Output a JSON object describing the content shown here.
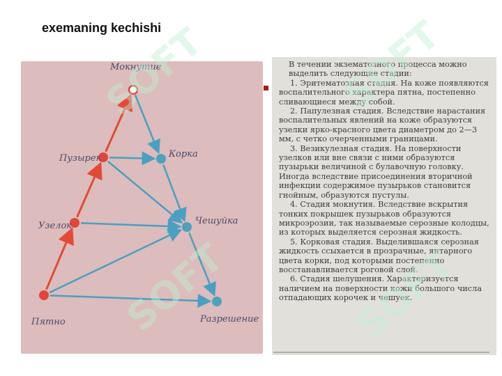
{
  "slide": {
    "title": "exemaning kechishi"
  },
  "diagram": {
    "nodes": [
      {
        "id": "moknutie",
        "label": "Мокнутие"
      },
      {
        "id": "puzyrek",
        "label": "Пузырек"
      },
      {
        "id": "korka",
        "label": "Корка"
      },
      {
        "id": "uzelok",
        "label": "Узелок"
      },
      {
        "id": "cheshuyka",
        "label": "Чешуйка"
      },
      {
        "id": "pyatno",
        "label": "Пятно"
      },
      {
        "id": "razreshenie",
        "label": "Разрешение"
      }
    ],
    "colors": {
      "red_node": "#e0473a",
      "blue_node": "#4ea1bd",
      "red_arrow": "#e34a35",
      "blue_arrow": "#4a9fc2"
    }
  },
  "text": {
    "intro": "В течении экзематозного процесса можно выделить следующие стадии:",
    "stages": [
      "1. Эритематозная стадия. На коже появляются воспалительного характера пятна, постепенно сливающиеся между собой.",
      "2. Папулезная стадия. Вследствие нарастания воспалительных явлений на коже образуются узелки ярко-красного цвета диаметром до 2—3 мм, с четко очерченными границами.",
      "3. Везикулезная стадия. На поверхности узелков или вне связи с ними образуются пузырьки величиной с булавочную головку. Иногда вследствие присоединения вторичной инфекции содержимое пузырьков становится гнойным, образуются пустулы.",
      "4. Стадия мокнутия. Вследствие вскрытия тонких покрышек пузырьков образуются микроэрозии, так называемые серозные колодцы, из которых выделяется серозная жидкость.",
      "5. Корковая стадия. Выделившаяся серозная жидкость ссыхается в прозрачные, янтарного цвета корки, под которыми постепенно восстанавливается роговой слой.",
      "6. Стадия шелушения. Характеризуется наличием на поверхности кожи большого числа отпадающих корочек и чешуек."
    ]
  },
  "watermark": {
    "text": "SOFT",
    "color": "#bef0d2"
  }
}
